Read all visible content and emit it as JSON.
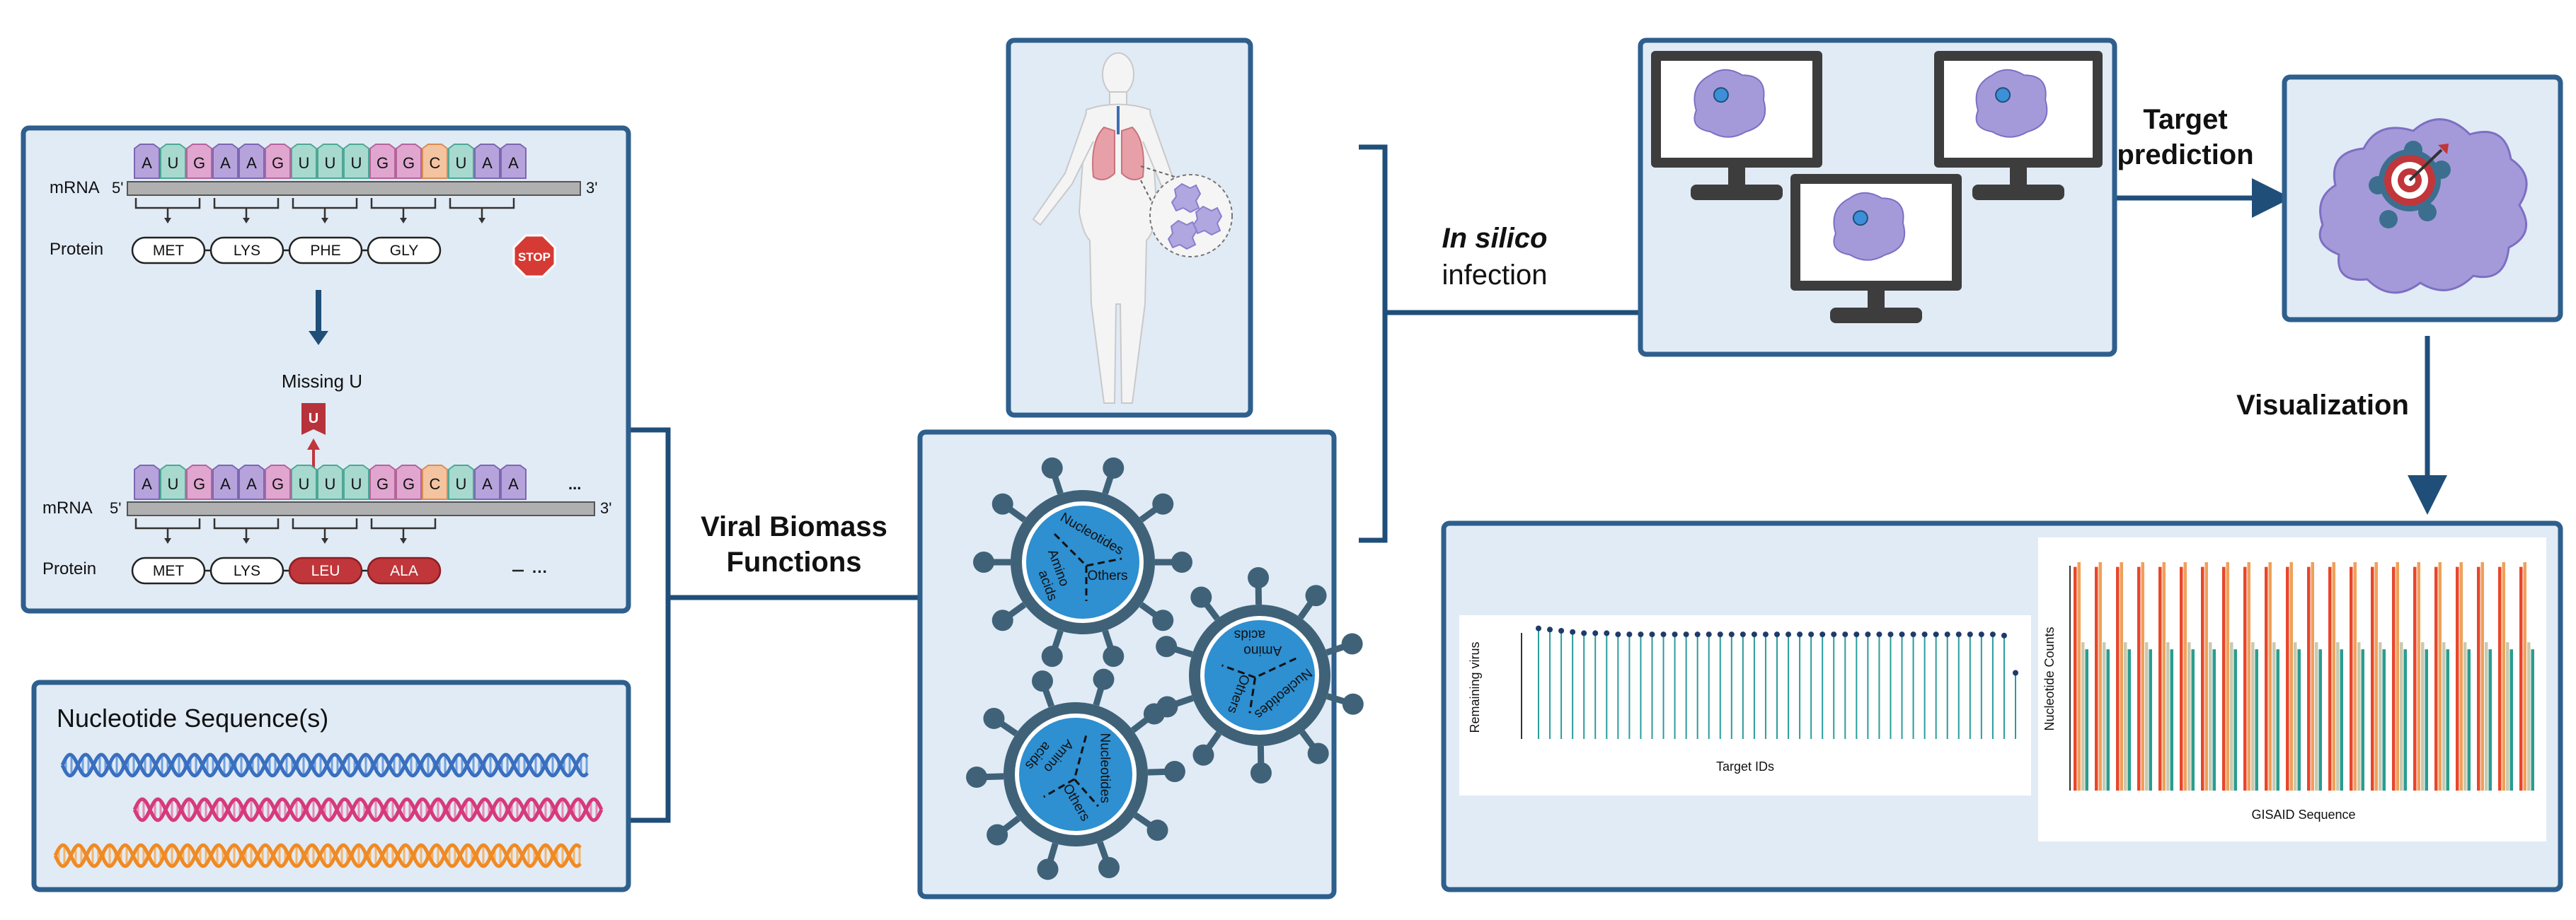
{
  "colors": {
    "panel_fill": "#e1ebf5",
    "panel_border": "#2e5f8d",
    "connector": "#1f4e79",
    "virus_dark": "#3f6278",
    "virus_light": "#2e8fd1",
    "stop_red": "#d63a34",
    "cell_purple": "#a59ad9"
  },
  "mrna": {
    "mrna_label": "mRNA",
    "protein_label": "Protein",
    "five_prime": "5'",
    "three_prime": "3'",
    "bases_top": [
      "A",
      "U",
      "G",
      "A",
      "A",
      "G",
      "U",
      "U",
      "U",
      "G",
      "G",
      "C",
      "U",
      "A",
      "A"
    ],
    "bases_bottom": [
      "A",
      "U",
      "G",
      "A",
      "A",
      "G",
      "U",
      "U",
      "U",
      "G",
      "G",
      "C",
      "U",
      "A",
      "A"
    ],
    "ellipsis": "...",
    "proteins_top": [
      "MET",
      "LYS",
      "PHE",
      "GLY"
    ],
    "stop_label": "STOP",
    "missing_label": "Missing U",
    "missing_base": "U",
    "proteins_bottom": [
      "MET",
      "LYS",
      "LEU",
      "ALA"
    ],
    "proteins_bottom_trail": "···"
  },
  "nucleotide": {
    "title": "Nucleotide Sequence(s)"
  },
  "biomass": {
    "label_line1": "Viral Biomass",
    "label_line2": "Functions",
    "segments": [
      "Nucleotides",
      "Amino",
      "acids",
      "Others"
    ]
  },
  "in_silico": {
    "line1": "In silico",
    "line2": "infection"
  },
  "target_prediction": {
    "line1": "Target",
    "line2": "prediction"
  },
  "visualization": {
    "label": "Visualization"
  },
  "chart_data": [
    {
      "type": "scatter",
      "title": "",
      "xlabel": "Target IDs",
      "ylabel": "Remaining virus",
      "values": [
        0.92,
        0.91,
        0.9,
        0.89,
        0.88,
        0.88,
        0.88,
        0.87,
        0.87,
        0.87,
        0.87,
        0.87,
        0.87,
        0.87,
        0.87,
        0.87,
        0.87,
        0.87,
        0.87,
        0.87,
        0.87,
        0.87,
        0.87,
        0.87,
        0.87,
        0.87,
        0.87,
        0.87,
        0.87,
        0.87,
        0.87,
        0.87,
        0.87,
        0.87,
        0.87,
        0.87,
        0.87,
        0.87,
        0.87,
        0.87,
        0.87,
        0.86,
        0.55
      ],
      "ylim": [
        0,
        1
      ],
      "grid": false
    },
    {
      "type": "bar",
      "title": "",
      "xlabel": "GISAID Sequence",
      "ylabel": "Nucleotide Counts",
      "n_categories": 22,
      "series": [
        {
          "color": "#e8462b",
          "values": [
            0.95,
            0.95,
            0.95,
            0.95,
            0.95,
            0.95,
            0.95,
            0.95,
            0.95,
            0.95,
            0.95,
            0.95,
            0.95,
            0.95,
            0.95,
            0.95,
            0.95,
            0.95,
            0.95,
            0.95,
            0.95,
            0.95
          ]
        },
        {
          "color": "#f0a05a",
          "values": [
            0.97,
            0.97,
            0.97,
            0.97,
            0.97,
            0.97,
            0.97,
            0.97,
            0.97,
            0.97,
            0.97,
            0.97,
            0.97,
            0.97,
            0.97,
            0.97,
            0.97,
            0.97,
            0.97,
            0.97,
            0.97,
            0.97
          ]
        },
        {
          "color": "#c9c9b0",
          "values": [
            0.63,
            0.63,
            0.63,
            0.63,
            0.63,
            0.63,
            0.63,
            0.63,
            0.63,
            0.63,
            0.63,
            0.63,
            0.63,
            0.63,
            0.63,
            0.63,
            0.63,
            0.63,
            0.63,
            0.63,
            0.63,
            0.63
          ]
        },
        {
          "color": "#2a9d8f",
          "values": [
            0.6,
            0.6,
            0.6,
            0.6,
            0.6,
            0.6,
            0.6,
            0.6,
            0.6,
            0.6,
            0.6,
            0.6,
            0.6,
            0.6,
            0.6,
            0.6,
            0.6,
            0.6,
            0.6,
            0.6,
            0.6,
            0.6
          ]
        }
      ],
      "ylim": [
        0,
        1
      ],
      "grid": false
    }
  ]
}
